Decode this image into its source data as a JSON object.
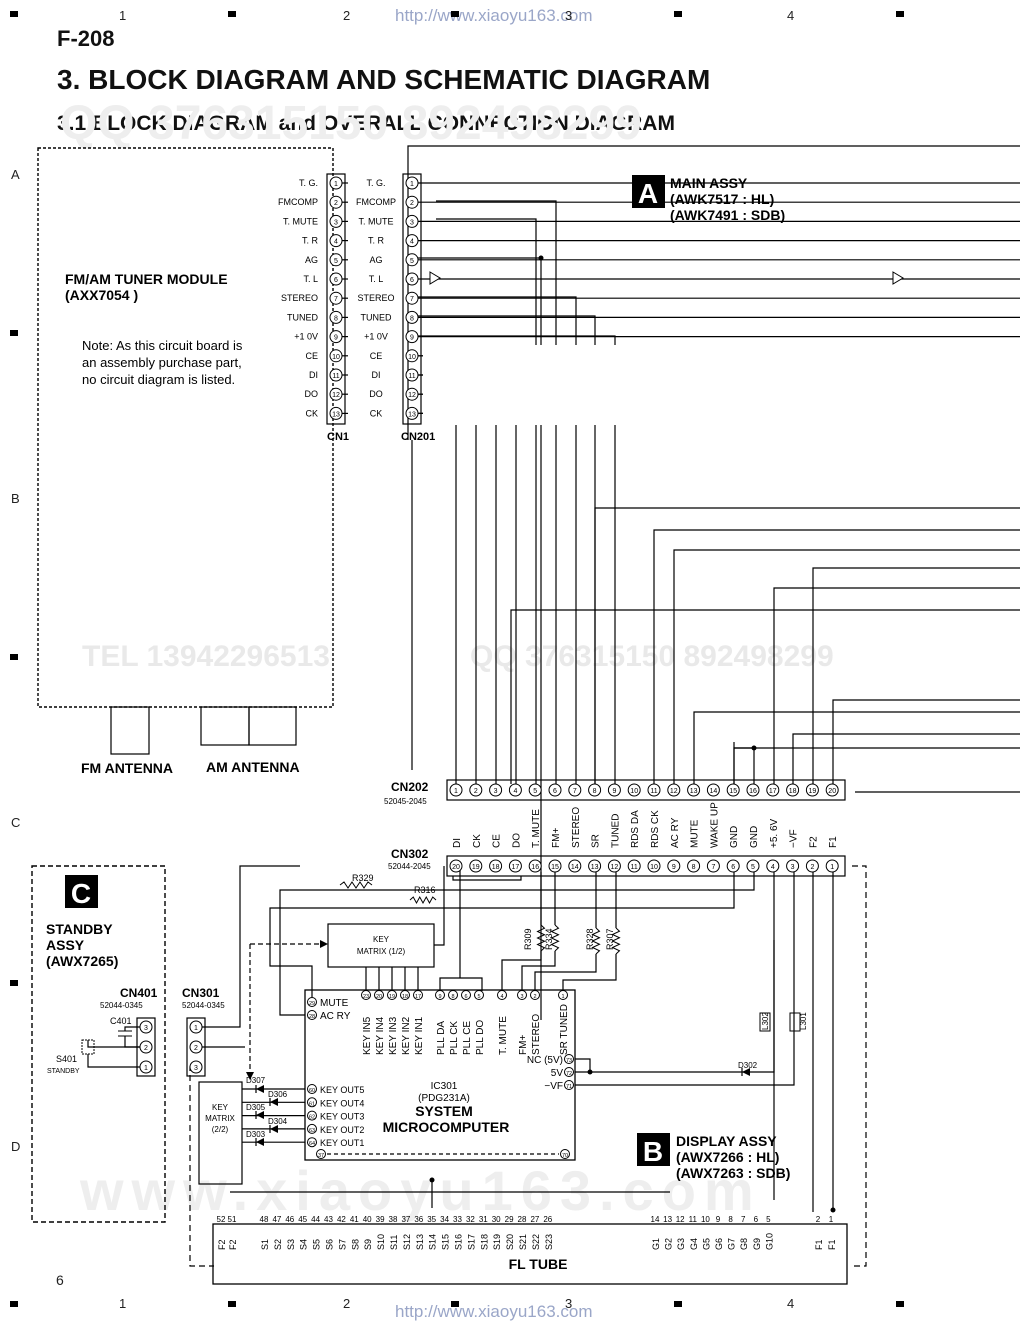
{
  "header": {
    "model": "F-208",
    "title": "3. BLOCK DIAGRAM AND SCHEMATIC DIAGRAM",
    "subtitle": "3.1 BLOCK DIAGRAM and OVERALL CONNECTION DIAGRAM",
    "url": "http://www.xiaoyu163.com",
    "page_number": "6",
    "col_marks": [
      "1",
      "2",
      "3",
      "4"
    ],
    "row_marks": [
      "A",
      "B",
      "C",
      "D"
    ]
  },
  "watermarks": {
    "tel": "TEL 13942296513",
    "qq": "QQ 376315150  892498299",
    "mid": "QQ 376315150  892498299",
    "www": "www.xiaoyu163.com"
  },
  "tuner": {
    "name": "FM/AM TUNER MODULE",
    "part": "(AXX7054 )",
    "note": [
      "Note: As this circuit board is",
      "an  assembly  purchase  part,",
      "no circuit diagram is listed."
    ],
    "fm_antenna": "FM ANTENNA",
    "am_antenna": "AM ANTENNA",
    "pins": [
      "T. G.",
      "FMCOMP",
      "T. MUTE",
      "T. R",
      "AG",
      "T. L",
      "STEREO",
      "TUNED",
      "+1 0V",
      "CE",
      "DI",
      "DO",
      "CK"
    ],
    "cn1": "CN1",
    "cn201": "CN201"
  },
  "main_assy": {
    "letter": "A",
    "name": "MAIN ASSY",
    "hl": "(AWK7517 : HL)",
    "sdb": "(AWK7491 : SDB)"
  },
  "cn202": {
    "name": "CN202",
    "code": "52045-2045",
    "labels": [
      "DI",
      "CK",
      "CE",
      "DO",
      "T. MUTE",
      "FM+",
      "STEREO",
      "SR",
      "TUNED",
      "RDS DA",
      "RDS CK",
      "AC RY",
      "MUTE",
      "WAKE UP",
      "GND",
      "GND",
      "+5. 6V",
      "−VF",
      "F2",
      "F1"
    ]
  },
  "cn302": {
    "name": "CN302",
    "code": "52044-2045"
  },
  "resistors": [
    "R329",
    "R316",
    "R309",
    "R334",
    "R328",
    "R307"
  ],
  "standby": {
    "letter": "C",
    "name": [
      "STANDBY",
      "ASSY",
      "(AWX7265)"
    ],
    "cn401": "CN401",
    "cn401_code": "52044-0345",
    "c401": "C401",
    "s401": "S401",
    "s401_label": "STANDBY"
  },
  "cn301": {
    "name": "CN301",
    "code": "52044-0345"
  },
  "key_matrix_1": [
    "KEY",
    "MATRIX (1/2)"
  ],
  "key_matrix_2": [
    "KEY",
    "MATRIX",
    "(2/2)"
  ],
  "diodes": [
    "D307",
    "D306",
    "D305",
    "D304",
    "D303",
    "D302"
  ],
  "ic301": {
    "ref": "IC301",
    "part": "(PDG231A)",
    "name1": "SYSTEM",
    "name2": "MICROCOMPUTER",
    "left_pins": [
      {
        "num": "29",
        "label": "MUTE"
      },
      {
        "num": "28",
        "label": "AC  RY"
      }
    ],
    "top_pins": [
      {
        "num": "23",
        "label": "KEY IN5"
      },
      {
        "num": "20",
        "label": "KEY IN4"
      },
      {
        "num": "19",
        "label": "KEY IN3"
      },
      {
        "num": "18",
        "label": "KEY IN2"
      },
      {
        "num": "17",
        "label": "KEY IN1"
      },
      {
        "num": "9",
        "label": "PLL DA"
      },
      {
        "num": "8",
        "label": "PLL CK"
      },
      {
        "num": "6",
        "label": "PLL CE"
      },
      {
        "num": "5",
        "label": "PLL DO"
      },
      {
        "num": "4",
        "label": "T. MUTE"
      },
      {
        "num": "3",
        "label": "FM+"
      },
      {
        "num": "2",
        "label": "STEREO"
      },
      {
        "num": "1",
        "label": "SR TUNED"
      }
    ],
    "key_outs": [
      {
        "num": "60",
        "label": "KEY OUT5"
      },
      {
        "num": "61",
        "label": "KEY OUT4"
      },
      {
        "num": "62",
        "label": "KEY OUT3"
      },
      {
        "num": "63",
        "label": "KEY OUT2"
      },
      {
        "num": "64",
        "label": "KEY OUT1"
      }
    ],
    "right_pins": [
      {
        "num": "73",
        "label": "NC (5V)"
      },
      {
        "num": "72",
        "label": "5V"
      },
      {
        "num": "71",
        "label": "−VF"
      }
    ],
    "bottom_left": "37",
    "bottom_right": "70"
  },
  "inductors": [
    "L302",
    "L301"
  ],
  "display_assy": {
    "letter": "B",
    "name": "DISPLAY ASSY",
    "hl": "(AWX7266 : HL)",
    "sdb": "(AWX7263 : SDB)"
  },
  "fl_tube": {
    "name": "FL TUBE",
    "left_nums": [
      "52",
      "51"
    ],
    "left_labels": [
      "F2",
      "F2"
    ],
    "s_nums": [
      "48",
      "47",
      "46",
      "45",
      "44",
      "43",
      "42",
      "41",
      "40",
      "39",
      "38",
      "37",
      "36",
      "35",
      "34",
      "33",
      "32",
      "31",
      "30",
      "29",
      "28",
      "27",
      "26"
    ],
    "s_labels": [
      "S1",
      "S2",
      "S3",
      "S4",
      "S5",
      "S6",
      "S7",
      "S8",
      "S9",
      "S10",
      "S11",
      "S12",
      "S13",
      "S14",
      "S15",
      "S16",
      "S17",
      "S18",
      "S19",
      "S20",
      "S21",
      "S22",
      "S23"
    ],
    "g_nums": [
      "14",
      "13",
      "12",
      "11",
      "10",
      "9",
      "8",
      "7",
      "6",
      "5"
    ],
    "g_labels": [
      "G1",
      "G2",
      "G3",
      "G4",
      "G5",
      "G6",
      "G7",
      "G8",
      "G9",
      "G10"
    ],
    "f_nums": [
      "2",
      "1"
    ],
    "f_labels": [
      "F1",
      "F1"
    ]
  }
}
